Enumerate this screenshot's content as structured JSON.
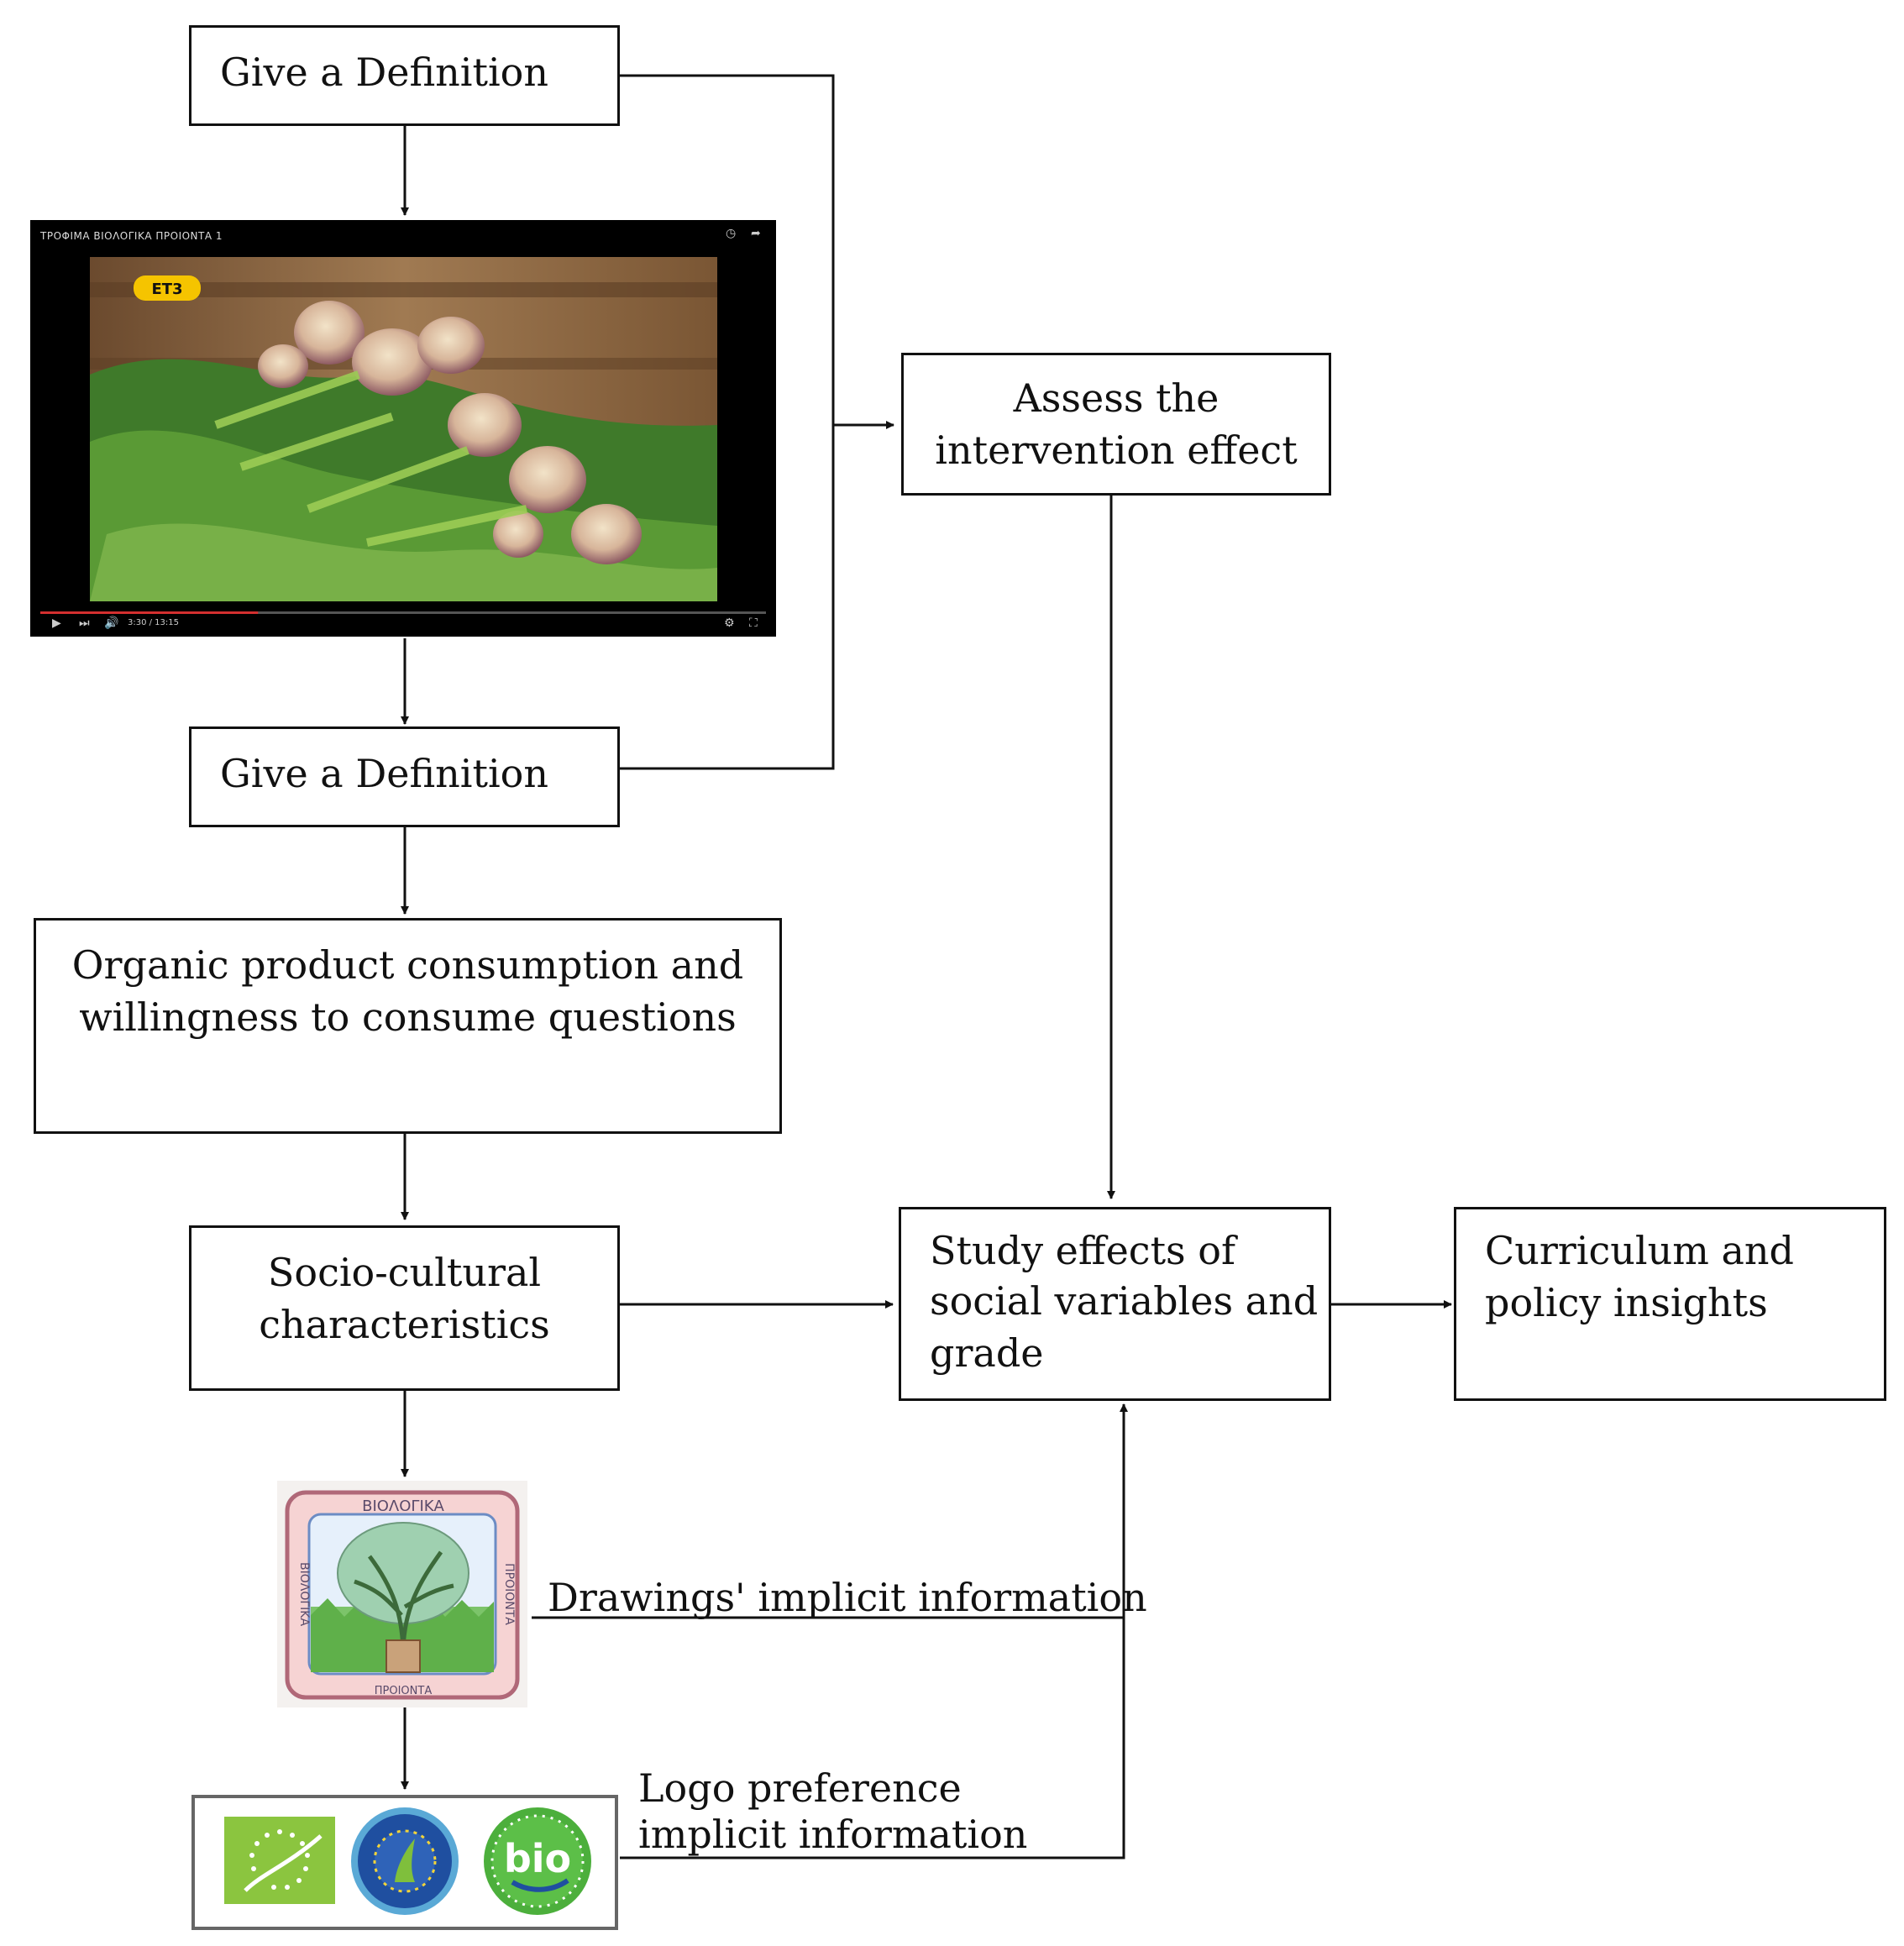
{
  "boxes": {
    "definition_top": "Give a Definition",
    "definition_bottom": "Give a Definition",
    "assess_line1": "Assess the",
    "assess_line2": "intervention effect",
    "organic_line1": "Organic product consumption and",
    "organic_line2": "willingness to consume questions",
    "socio_line1": "Socio-cultural",
    "socio_line2": "characteristics",
    "study_line1": "Study effects of",
    "study_line2": "social variables and",
    "study_line3": "grade",
    "curriculum_line1": "Curriculum and",
    "curriculum_line2": "policy insights"
  },
  "labels": {
    "drawings": "Drawings' implicit information",
    "logo_line1": "Logo preference",
    "logo_line2": "implicit information"
  },
  "video": {
    "title": "ΤΡΟΦΙΜΑ ΒΙΟΛΟΓΙΚΑ ΠΡΟΙΟΝΤΑ 1",
    "channel_badge": "ΕΤ3",
    "time": "3:30 / 13:15",
    "progress_fraction": 0.3
  },
  "drawing": {
    "top_text": "ΒΙΟΛΟΓΙΚΑ",
    "left_text": "ΒΙΟΛΟΓΙΚΑ",
    "right_text": "ΠΡΟΙΟΝΤΑ",
    "bottom_text": "ΠΡΟΙΟΝΤΑ"
  },
  "logos": {
    "bio_text": "bio"
  },
  "colors": {
    "stroke": "#111111",
    "eu_leaf_green": "#8bc53f",
    "bio_green": "#4caf3c",
    "seal_blue": "#1f4fa0",
    "video_progress": "#d32f2f"
  }
}
